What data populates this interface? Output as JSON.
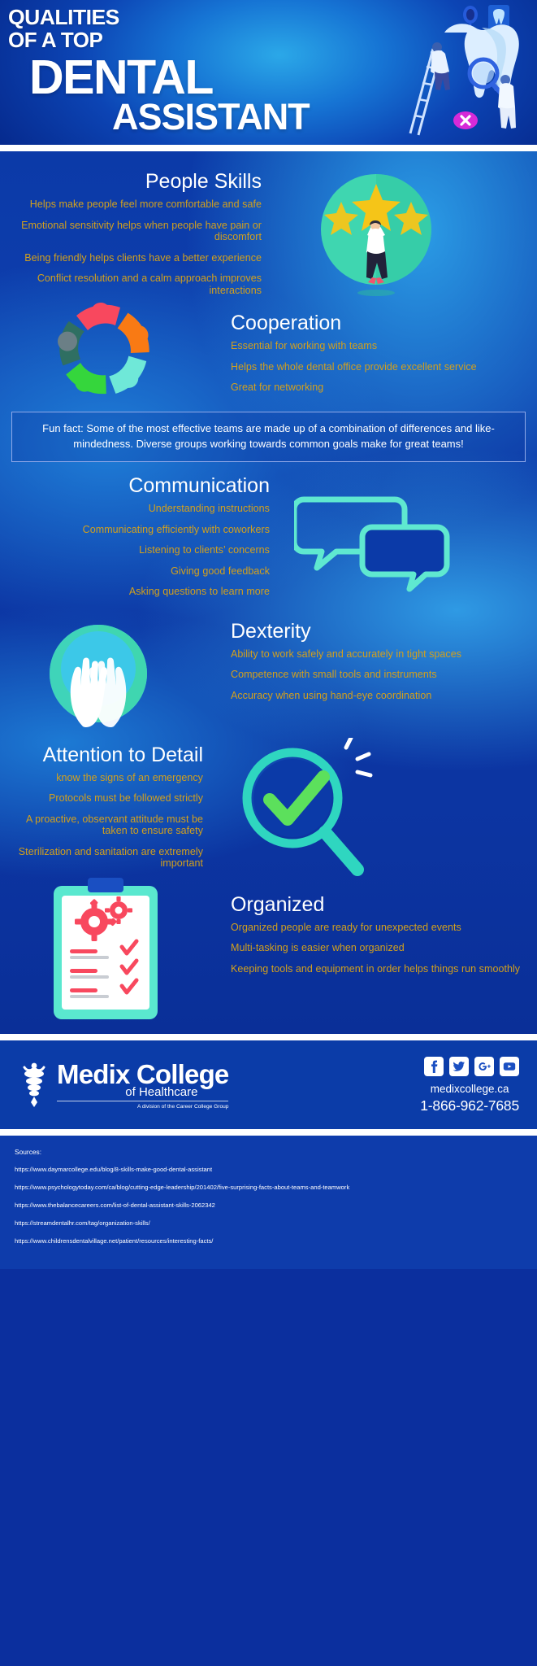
{
  "header": {
    "line1": "QUALITIES",
    "line2": "OF A TOP",
    "line3": "DENTAL",
    "line4": "ASSISTANT",
    "art_name": "tooth-dentists-illustration"
  },
  "colors": {
    "background_blue": "#0b3aa8",
    "accent_gold": "#d3a01c",
    "white": "#ffffff",
    "mint": "#4fe0c0",
    "teal_circle": "#3fd6b0",
    "cyan": "#3cc8e8",
    "red": "#f8485e",
    "orange": "#f97a14",
    "green": "#35d63c"
  },
  "sections": [
    {
      "id": "people-skills",
      "title": "People Skills",
      "bullets": [
        "Helps make people feel more comfortable and safe",
        "Emotional sensitivity helps when people have pain or discomfort",
        "Being friendly helps clients have a better experience",
        "Conflict resolution and a calm approach improves interactions"
      ],
      "art": "person-reaching-stars-illustration"
    },
    {
      "id": "cooperation",
      "title": "Cooperation",
      "bullets": [
        "Essential for working with teams",
        "Helps the whole dental office provide excellent service",
        "Great for networking"
      ],
      "art": "teamwork-circle-illustration"
    },
    {
      "id": "communication",
      "title": "Communication",
      "bullets": [
        "Understanding instructions",
        "Communicating efficiently with coworkers",
        "Listening to clients’ concerns",
        "Giving good feedback",
        "Asking questions to learn more"
      ],
      "art": "speech-bubbles-illustration"
    },
    {
      "id": "dexterity",
      "title": "Dexterity",
      "bullets": [
        "Ability to work safely and accurately in tight spaces",
        "Competence with small tools and instruments",
        "Accuracy when using hand-eye coordination"
      ],
      "art": "caring-hands-illustration"
    },
    {
      "id": "attention-to-detail",
      "title": "Attention to Detail",
      "bullets": [
        "know the signs of an emergency",
        "Protocols must be followed strictly",
        "A proactive, observant attitude must be taken to ensure safety",
        "Sterilization and sanitation are extremely important"
      ],
      "art": "magnifier-checkmark-illustration"
    },
    {
      "id": "organized",
      "title": "Organized",
      "bullets": [
        "Organized people are ready for unexpected events",
        "Multi-tasking is easier when organized",
        "Keeping tools and equipment in order helps things run smoothly"
      ],
      "art": "clipboard-gears-illustration"
    }
  ],
  "fun_fact": "Fun fact: Some of the most effective teams are made up of a combination of differences and like-mindedness. Diverse groups working towards common goals make for great teams!",
  "footer": {
    "brand_name": "Medix College",
    "brand_sub": "of Healthcare",
    "brand_division": "A division of the Career College Group",
    "website": "medixcollege.ca",
    "phone": "1-866-962-7685",
    "socials": [
      {
        "name": "facebook-icon",
        "glyph": "f"
      },
      {
        "name": "twitter-icon",
        "glyph": "t"
      },
      {
        "name": "google-plus-icon",
        "glyph": "G+"
      },
      {
        "name": "youtube-icon",
        "glyph": "▶"
      }
    ]
  },
  "sources": {
    "heading": "Sources:",
    "items": [
      "https://www.daymarcollege.edu/blog/8-skills-make-good-dental-assistant",
      "https://www.psychologytoday.com/ca/blog/cutting-edge-leadership/201402/five-surprising-facts-about-teams-and-teamwork",
      "https://www.thebalancecareers.com/list-of-dental-assistant-skills-2062342",
      "https://streamdentalhr.com/tag/organization-skills/",
      "https://www.childrensdentalvillage.net/patient/resources/interesting-facts/"
    ]
  }
}
